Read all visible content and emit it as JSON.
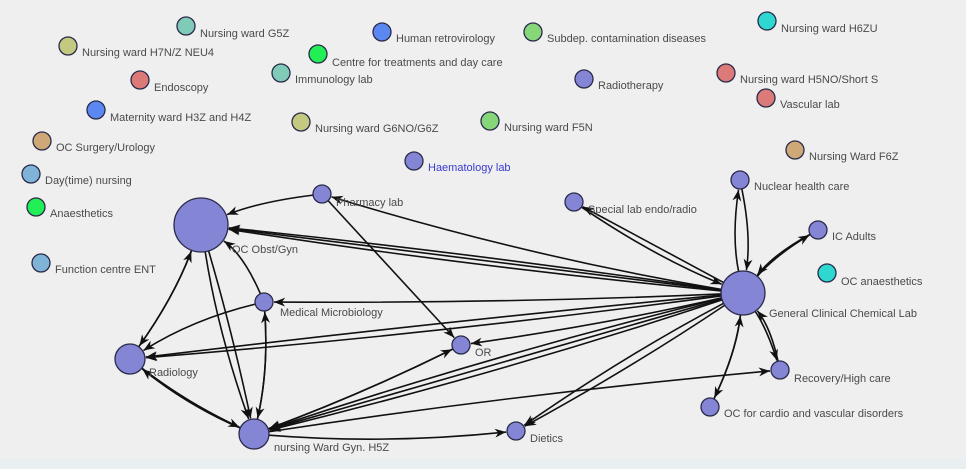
{
  "graph": {
    "title": "Hospital department interaction network",
    "colors": {
      "background": "#efefef",
      "edge": "#111111",
      "label": "#4a4a4a",
      "label_highlight": "#3a3ad0",
      "connected_node": "#8585d6"
    },
    "nodes": [
      {
        "id": "g5z",
        "label": "Nursing ward G5Z",
        "color": "#80cbb8",
        "size": "small",
        "connected": false
      },
      {
        "id": "h7n",
        "label": "Nursing ward H7N/Z NEU4",
        "color": "#c3c97e",
        "size": "small",
        "connected": false
      },
      {
        "id": "endo",
        "label": "Endoscopy",
        "color": "#dc7a7a",
        "size": "small",
        "connected": false
      },
      {
        "id": "mat",
        "label": "Maternity ward H3Z and H4Z",
        "color": "#5b88f0",
        "size": "small",
        "connected": false
      },
      {
        "id": "ocsu",
        "label": "OC Surgery/Urology",
        "color": "#cfa878",
        "size": "small",
        "connected": false
      },
      {
        "id": "day",
        "label": "Day(time) nursing",
        "color": "#7fb3d8",
        "size": "small",
        "connected": false
      },
      {
        "id": "anae",
        "label": "Anaesthetics",
        "color": "#22ee55",
        "size": "small",
        "connected": false
      },
      {
        "id": "fent",
        "label": "Function centre ENT",
        "color": "#7fb3d8",
        "size": "small",
        "connected": false
      },
      {
        "id": "ctdc",
        "label": "Centre for treatments and day care",
        "color": "#22ee55",
        "size": "small",
        "connected": false
      },
      {
        "id": "imm",
        "label": "Immunology lab",
        "color": "#80cbb8",
        "size": "small",
        "connected": false
      },
      {
        "id": "g6no",
        "label": "Nursing ward G6NO/G6Z",
        "color": "#c3c97e",
        "size": "small",
        "connected": false
      },
      {
        "id": "hret",
        "label": "Human retrovirology",
        "color": "#5b88f0",
        "size": "small",
        "connected": false
      },
      {
        "id": "subd",
        "label": "Subdep. contamination diseases",
        "color": "#86d67a",
        "size": "small",
        "connected": false
      },
      {
        "id": "radt",
        "label": "Radiotherapy",
        "color": "#8585d6",
        "size": "small",
        "connected": false
      },
      {
        "id": "f5n",
        "label": "Nursing ward F5N",
        "color": "#86d67a",
        "size": "small",
        "connected": false
      },
      {
        "id": "haem",
        "label": "Haematology lab",
        "color": "#8585d6",
        "size": "small",
        "connected": false,
        "highlight": true
      },
      {
        "id": "h6zu",
        "label": "Nursing ward H6ZU",
        "color": "#2ed8d0",
        "size": "small",
        "connected": false
      },
      {
        "id": "h5no",
        "label": "Nursing ward H5NO/Short S",
        "color": "#dc7a7a",
        "size": "small",
        "connected": false
      },
      {
        "id": "vasc",
        "label": "Vascular lab",
        "color": "#dc7a7a",
        "size": "small",
        "connected": false
      },
      {
        "id": "f6z",
        "label": "Nursing Ward F6Z",
        "color": "#cfa878",
        "size": "small",
        "connected": false
      },
      {
        "id": "ocan",
        "label": "OC anaesthetics",
        "color": "#2ed8d0",
        "size": "small",
        "connected": false
      },
      {
        "id": "pharm",
        "label": "Pharmacy lab",
        "color": "#8585d6",
        "size": "small",
        "connected": true
      },
      {
        "id": "obgyn",
        "label": "OC Obst/Gyn",
        "color": "#8585d6",
        "size": "xlarge",
        "connected": true
      },
      {
        "id": "micro",
        "label": "Medical Microbiology",
        "color": "#8585d6",
        "size": "small",
        "connected": true
      },
      {
        "id": "radio",
        "label": "Radiology",
        "color": "#8585d6",
        "size": "medium",
        "connected": true
      },
      {
        "id": "h5z",
        "label": "nursing Ward Gyn. H5Z",
        "color": "#8585d6",
        "size": "medium",
        "connected": true
      },
      {
        "id": "or",
        "label": "OR",
        "color": "#8585d6",
        "size": "small",
        "connected": true
      },
      {
        "id": "diet",
        "label": "Dietics",
        "color": "#8585d6",
        "size": "small",
        "connected": true
      },
      {
        "id": "spec",
        "label": "Special lab endo/radio",
        "color": "#8585d6",
        "size": "small",
        "connected": true
      },
      {
        "id": "nucl",
        "label": "Nuclear health care",
        "color": "#8585d6",
        "size": "small",
        "connected": true
      },
      {
        "id": "icad",
        "label": "IC Adults",
        "color": "#8585d6",
        "size": "small",
        "connected": true
      },
      {
        "id": "gccl",
        "label": "General Clinical Chemical Lab",
        "color": "#8585d6",
        "size": "large",
        "connected": true
      },
      {
        "id": "recov",
        "label": "Recovery/High care",
        "color": "#8585d6",
        "size": "small",
        "connected": true
      },
      {
        "id": "occv",
        "label": "OC for cardio and vascular disorders",
        "color": "#8585d6",
        "size": "small",
        "connected": true
      }
    ],
    "edges": [
      {
        "from": "pharm",
        "to": "obgyn"
      },
      {
        "from": "gccl",
        "to": "pharm"
      },
      {
        "from": "gccl",
        "to": "obgyn"
      },
      {
        "from": "gccl",
        "to": "obgyn"
      },
      {
        "from": "gccl",
        "to": "obgyn"
      },
      {
        "from": "gccl",
        "to": "spec"
      },
      {
        "from": "spec",
        "to": "gccl"
      },
      {
        "from": "gccl",
        "to": "micro"
      },
      {
        "from": "gccl",
        "to": "radio"
      },
      {
        "from": "gccl",
        "to": "radio"
      },
      {
        "from": "gccl",
        "to": "or"
      },
      {
        "from": "gccl",
        "to": "h5z"
      },
      {
        "from": "gccl",
        "to": "h5z"
      },
      {
        "from": "gccl",
        "to": "h5z"
      },
      {
        "from": "gccl",
        "to": "diet"
      },
      {
        "from": "gccl",
        "to": "diet"
      },
      {
        "from": "gccl",
        "to": "nucl"
      },
      {
        "from": "nucl",
        "to": "gccl"
      },
      {
        "from": "gccl",
        "to": "icad"
      },
      {
        "from": "icad",
        "to": "gccl"
      },
      {
        "from": "gccl",
        "to": "recov"
      },
      {
        "from": "recov",
        "to": "gccl"
      },
      {
        "from": "gccl",
        "to": "occv"
      },
      {
        "from": "occv",
        "to": "gccl"
      },
      {
        "from": "h5z",
        "to": "recov"
      },
      {
        "from": "h5z",
        "to": "diet"
      },
      {
        "from": "h5z",
        "to": "or"
      },
      {
        "from": "or",
        "to": "h5z"
      },
      {
        "from": "obgyn",
        "to": "radio"
      },
      {
        "from": "radio",
        "to": "obgyn"
      },
      {
        "from": "obgyn",
        "to": "h5z"
      },
      {
        "from": "micro",
        "to": "obgyn"
      },
      {
        "from": "micro",
        "to": "radio"
      },
      {
        "from": "micro",
        "to": "h5z"
      },
      {
        "from": "h5z",
        "to": "micro"
      },
      {
        "from": "radio",
        "to": "h5z"
      },
      {
        "from": "h5z",
        "to": "radio"
      },
      {
        "from": "obgyn",
        "to": "h5z"
      },
      {
        "from": "pharm",
        "to": "or"
      }
    ]
  }
}
